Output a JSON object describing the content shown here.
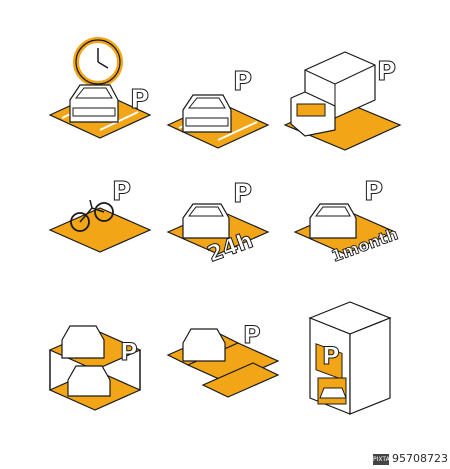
{
  "colors": {
    "accent": "#F2A516",
    "stroke": "#1a1a1a",
    "fill": "#ffffff"
  },
  "icons": [
    {
      "name": "clock-parking",
      "icon": "clock-car-parking-icon"
    },
    {
      "name": "car-parking",
      "icon": "car-parking-icon"
    },
    {
      "name": "truck-parking",
      "icon": "truck-parking-icon"
    },
    {
      "name": "bicycle-parking",
      "icon": "bicycle-parking-icon",
      "sign": "P"
    },
    {
      "name": "parking-24h",
      "icon": "24h-parking-icon",
      "label": "24h"
    },
    {
      "name": "monthly-parking",
      "icon": "monthly-parking-icon",
      "label": "1month"
    },
    {
      "name": "mechanical-parking",
      "icon": "two-level-parking-icon"
    },
    {
      "name": "large-lot-parking",
      "icon": "multi-space-parking-icon"
    },
    {
      "name": "parking-garage",
      "icon": "parking-building-icon"
    }
  ],
  "sign_letter": "P",
  "watermark": {
    "logo": "PIXTA",
    "id": "95708723"
  }
}
